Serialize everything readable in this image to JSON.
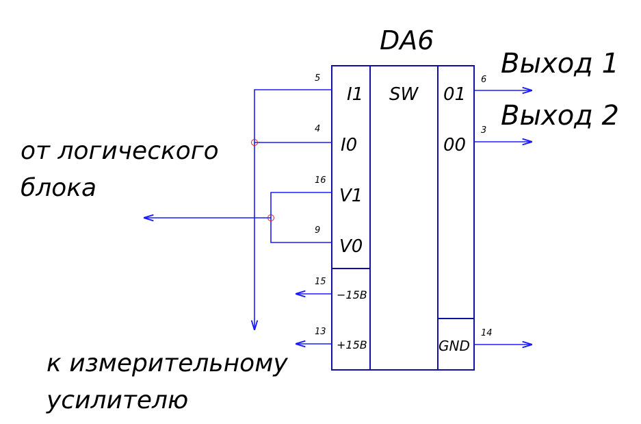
{
  "component": {
    "designator": "DA6",
    "function": "SW"
  },
  "inputs": [
    {
      "pin": "5",
      "name": "I1"
    },
    {
      "pin": "4",
      "name": "I0"
    },
    {
      "pin": "16",
      "name": "V1"
    },
    {
      "pin": "9",
      "name": "V0"
    },
    {
      "pin": "15",
      "name": "−15В"
    },
    {
      "pin": "13",
      "name": "+15В"
    }
  ],
  "outputs": [
    {
      "pin": "6",
      "name": "01",
      "label": "Выход 1"
    },
    {
      "pin": "3",
      "name": "00",
      "label": "Выход 2"
    },
    {
      "pin": "14",
      "name": "GND"
    }
  ],
  "notes": {
    "from_logic_line1": "от логического",
    "from_logic_line2": "блока",
    "to_amp_line1": "к измерительному",
    "to_amp_line2": "усилителю"
  },
  "colors": {
    "wire": "#1a1aff",
    "body": "#1010a0",
    "junction": "#cc2222",
    "text": "#000000"
  }
}
